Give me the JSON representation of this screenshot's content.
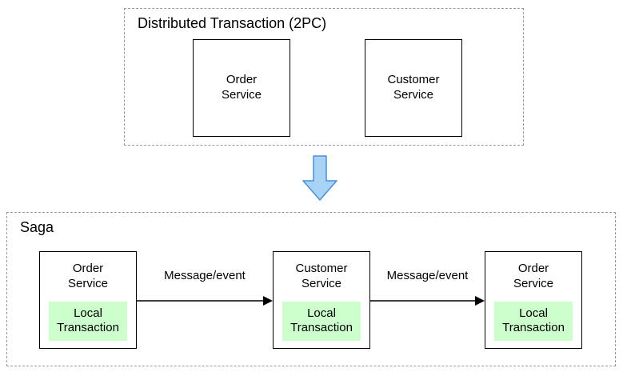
{
  "diagram": {
    "top_section": {
      "title": "Distributed Transaction (2PC)",
      "boxes": [
        {
          "label": "Order Service"
        },
        {
          "label": "Customer Service"
        }
      ]
    },
    "bottom_section": {
      "title": "Saga",
      "nodes": [
        {
          "label": "Order Service",
          "local": "Local Transaction"
        },
        {
          "label": "Customer Service",
          "local": "Local Transaction"
        },
        {
          "label": "Order Service",
          "local": "Local Transaction"
        }
      ],
      "edges": [
        {
          "label": "Message/event"
        },
        {
          "label": "Message/event"
        }
      ]
    },
    "colors": {
      "local_transaction_fill": "#ccffcc",
      "down_arrow_fill": "#a8d3f4",
      "down_arrow_stroke": "#4a90d9",
      "box_border": "#000000",
      "dashed_border": "#999999",
      "edge_arrow": "#000000"
    }
  }
}
